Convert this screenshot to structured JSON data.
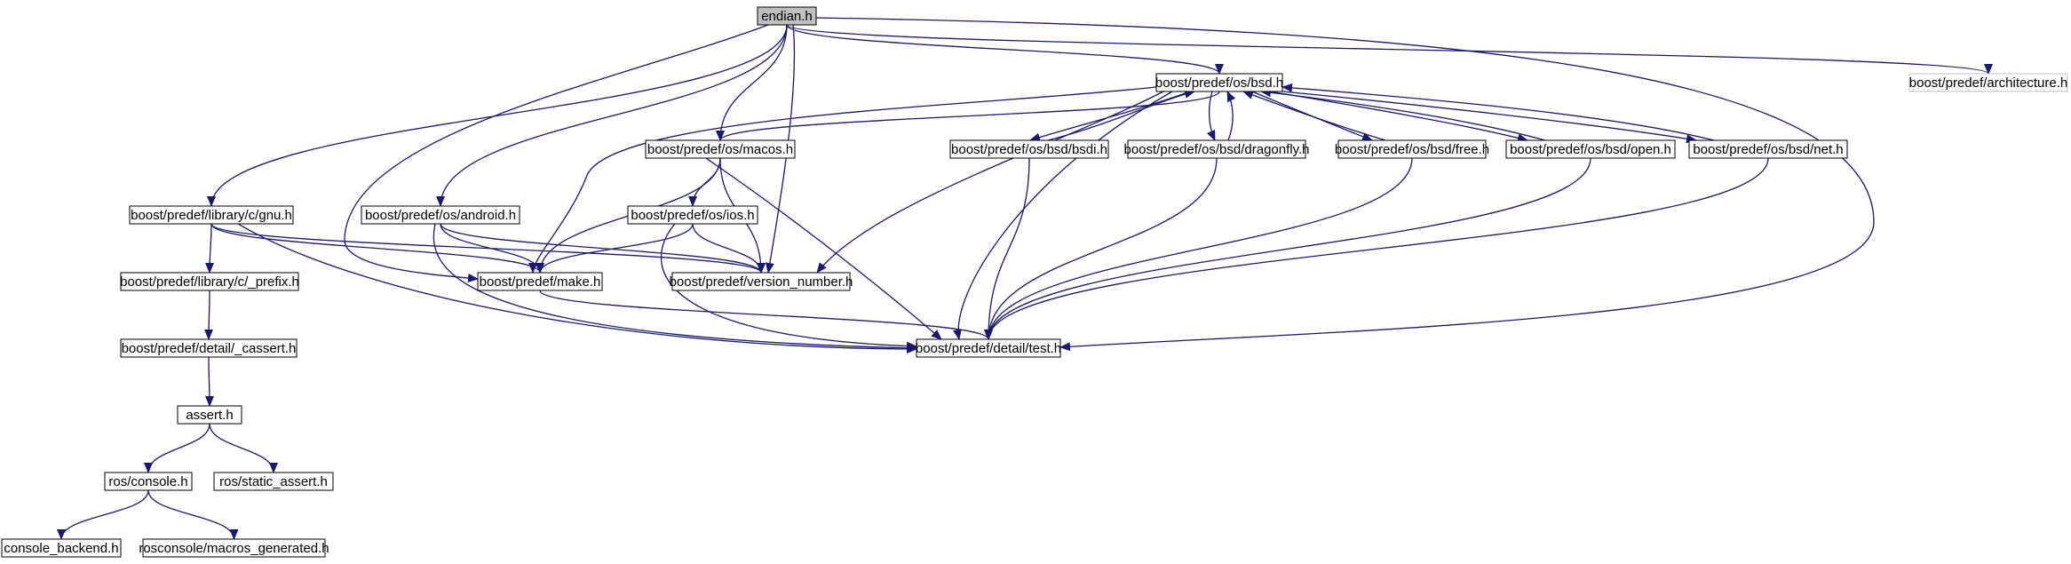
{
  "graph": {
    "nodes": [
      {
        "id": "endian",
        "label": "endian.h",
        "style": "root"
      },
      {
        "id": "bsd",
        "label": "boost/predef/os/bsd.h",
        "style": "normal"
      },
      {
        "id": "architecture",
        "label": "boost/predef/architecture.h",
        "style": "external"
      },
      {
        "id": "macos",
        "label": "boost/predef/os/macos.h",
        "style": "normal"
      },
      {
        "id": "bsdi",
        "label": "boost/predef/os/bsd/bsdi.h",
        "style": "normal"
      },
      {
        "id": "dragonfly",
        "label": "boost/predef/os/bsd/dragonfly.h",
        "style": "normal"
      },
      {
        "id": "free",
        "label": "boost/predef/os/bsd/free.h",
        "style": "normal"
      },
      {
        "id": "open",
        "label": "boost/predef/os/bsd/open.h",
        "style": "normal"
      },
      {
        "id": "net",
        "label": "boost/predef/os/bsd/net.h",
        "style": "normal"
      },
      {
        "id": "gnu",
        "label": "boost/predef/library/c/gnu.h",
        "style": "normal"
      },
      {
        "id": "android",
        "label": "boost/predef/os/android.h",
        "style": "normal"
      },
      {
        "id": "ios",
        "label": "boost/predef/os/ios.h",
        "style": "normal"
      },
      {
        "id": "make",
        "label": "boost/predef/make.h",
        "style": "normal"
      },
      {
        "id": "version",
        "label": "boost/predef/version_number.h",
        "style": "normal"
      },
      {
        "id": "prefix",
        "label": "boost/predef/library/c/_prefix.h",
        "style": "normal"
      },
      {
        "id": "test",
        "label": "boost/predef/detail/test.h",
        "style": "normal"
      },
      {
        "id": "cassert",
        "label": "boost/predef/detail/_cassert.h",
        "style": "normal"
      },
      {
        "id": "assert",
        "label": "assert.h",
        "style": "normal"
      },
      {
        "id": "console",
        "label": "ros/console.h",
        "style": "normal"
      },
      {
        "id": "static_assert",
        "label": "ros/static_assert.h",
        "style": "normal"
      },
      {
        "id": "console_backend",
        "label": "console_backend.h",
        "style": "normal"
      },
      {
        "id": "macros_generated",
        "label": "rosconsole/macros_generated.h",
        "style": "normal"
      }
    ],
    "edges": [
      {
        "from": "endian",
        "to": "bsd"
      },
      {
        "from": "endian",
        "to": "architecture"
      },
      {
        "from": "endian",
        "to": "gnu"
      },
      {
        "from": "endian",
        "to": "android"
      },
      {
        "from": "endian",
        "to": "macos"
      },
      {
        "from": "endian",
        "to": "make"
      },
      {
        "from": "endian",
        "to": "version"
      },
      {
        "from": "endian",
        "to": "test"
      },
      {
        "from": "bsd",
        "to": "macos"
      },
      {
        "from": "bsd",
        "to": "make"
      },
      {
        "from": "bsd",
        "to": "version"
      },
      {
        "from": "bsd",
        "to": "test"
      },
      {
        "from": "bsd",
        "to": "bsdi"
      },
      {
        "from": "bsd",
        "to": "dragonfly"
      },
      {
        "from": "bsd",
        "to": "free"
      },
      {
        "from": "bsd",
        "to": "open"
      },
      {
        "from": "bsd",
        "to": "net"
      },
      {
        "from": "bsdi",
        "to": "bsd"
      },
      {
        "from": "dragonfly",
        "to": "bsd"
      },
      {
        "from": "free",
        "to": "bsd"
      },
      {
        "from": "open",
        "to": "bsd"
      },
      {
        "from": "net",
        "to": "bsd"
      },
      {
        "from": "bsdi",
        "to": "test"
      },
      {
        "from": "dragonfly",
        "to": "test"
      },
      {
        "from": "free",
        "to": "test"
      },
      {
        "from": "open",
        "to": "test"
      },
      {
        "from": "net",
        "to": "test"
      },
      {
        "from": "macos",
        "to": "ios"
      },
      {
        "from": "macos",
        "to": "make"
      },
      {
        "from": "macos",
        "to": "version"
      },
      {
        "from": "macos",
        "to": "test"
      },
      {
        "from": "ios",
        "to": "make"
      },
      {
        "from": "ios",
        "to": "version"
      },
      {
        "from": "ios",
        "to": "test"
      },
      {
        "from": "android",
        "to": "make"
      },
      {
        "from": "android",
        "to": "version"
      },
      {
        "from": "android",
        "to": "test"
      },
      {
        "from": "gnu",
        "to": "prefix"
      },
      {
        "from": "gnu",
        "to": "make"
      },
      {
        "from": "gnu",
        "to": "version"
      },
      {
        "from": "gnu",
        "to": "test"
      },
      {
        "from": "make",
        "to": "test"
      },
      {
        "from": "prefix",
        "to": "cassert"
      },
      {
        "from": "cassert",
        "to": "assert"
      },
      {
        "from": "assert",
        "to": "console"
      },
      {
        "from": "assert",
        "to": "static_assert"
      },
      {
        "from": "console",
        "to": "console_backend"
      },
      {
        "from": "console",
        "to": "macros_generated"
      }
    ],
    "colors": {
      "edge": "#191970",
      "root_fill": "#bfbfbf",
      "node_border": "#000000",
      "external_border": "#bfbfbf",
      "background": "#ffffff"
    }
  }
}
